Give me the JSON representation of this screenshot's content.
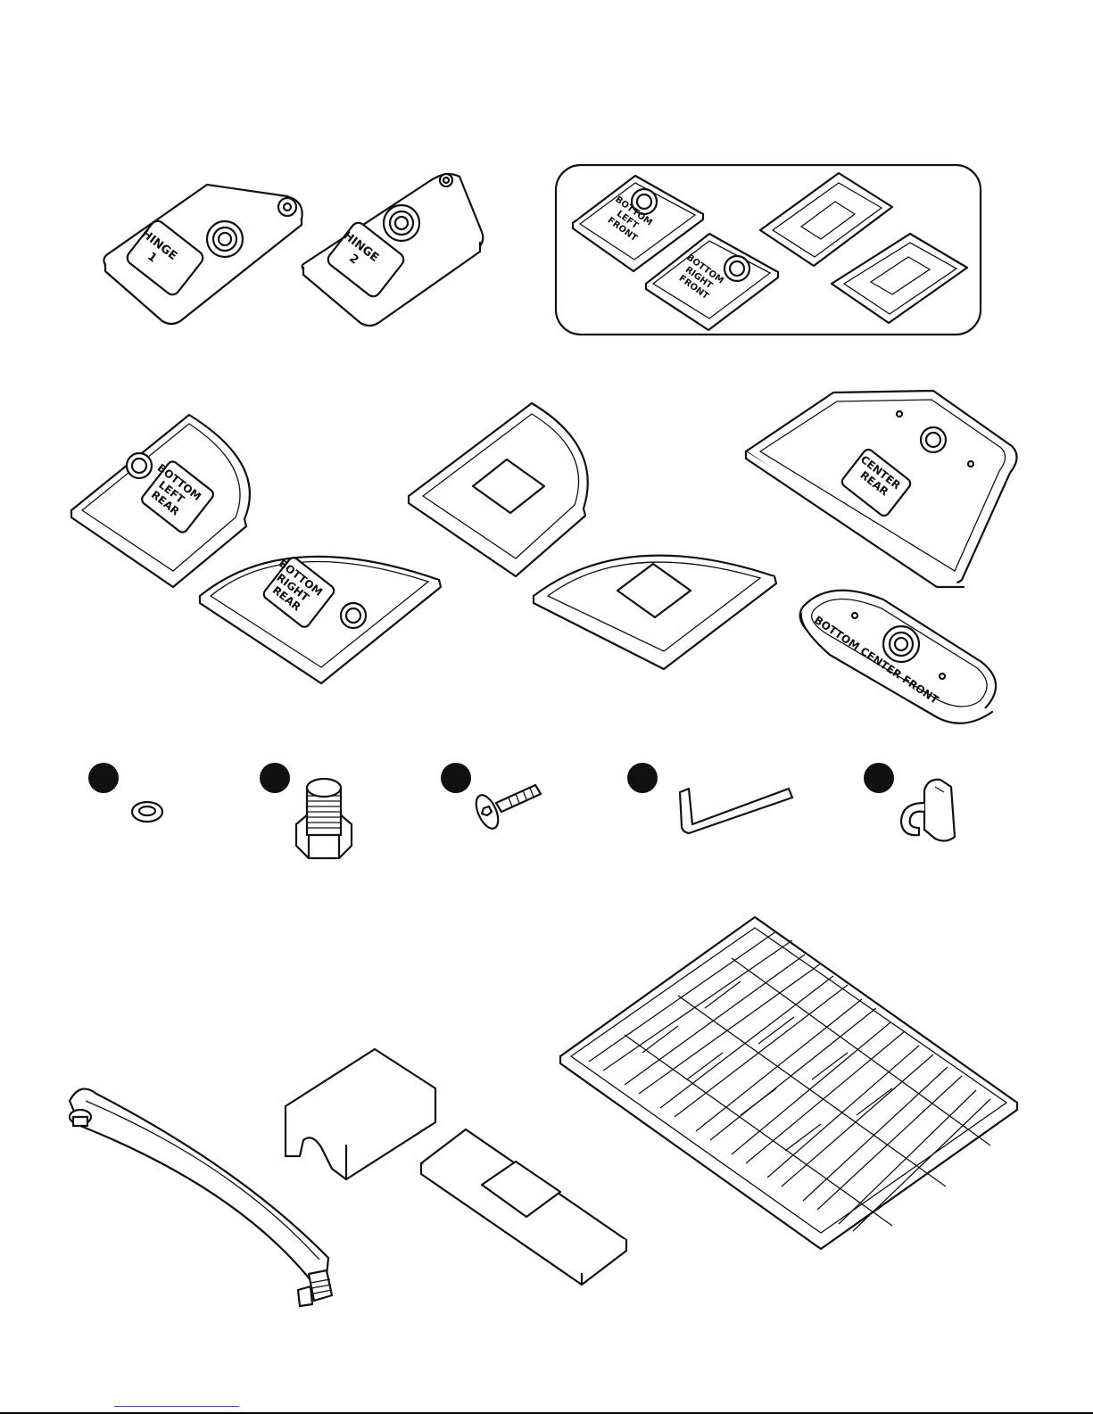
{
  "labels": {
    "hinge_1": [
      "HINGE",
      "1"
    ],
    "hinge_2": [
      "HINGE",
      "2"
    ],
    "bottom_left_front": [
      "BOTTOM",
      "LEFT",
      "FRONT"
    ],
    "bottom_right_front": [
      "BOTTOM",
      "RIGHT",
      "FRONT"
    ],
    "bottom_left_rear": [
      "BOTTOM",
      "LEFT",
      "REAR"
    ],
    "bottom_right_rear": [
      "BOTTOM",
      "RIGHT",
      "REAR"
    ],
    "center_rear": [
      "CENTER",
      "REAR"
    ],
    "bottom_center_front": "BOTTOM CENTER FRONT"
  },
  "hardware": [
    {
      "id": "washer",
      "icon": "washer-icon"
    },
    {
      "id": "leveler-bolt",
      "icon": "bolt-icon"
    },
    {
      "id": "hex-screw",
      "icon": "screw-icon"
    },
    {
      "id": "allen-wrench",
      "icon": "allen-wrench-icon"
    },
    {
      "id": "hook",
      "icon": "hook-icon"
    }
  ],
  "colors": {
    "ink": "#111111",
    "link": "#3a52c8"
  }
}
